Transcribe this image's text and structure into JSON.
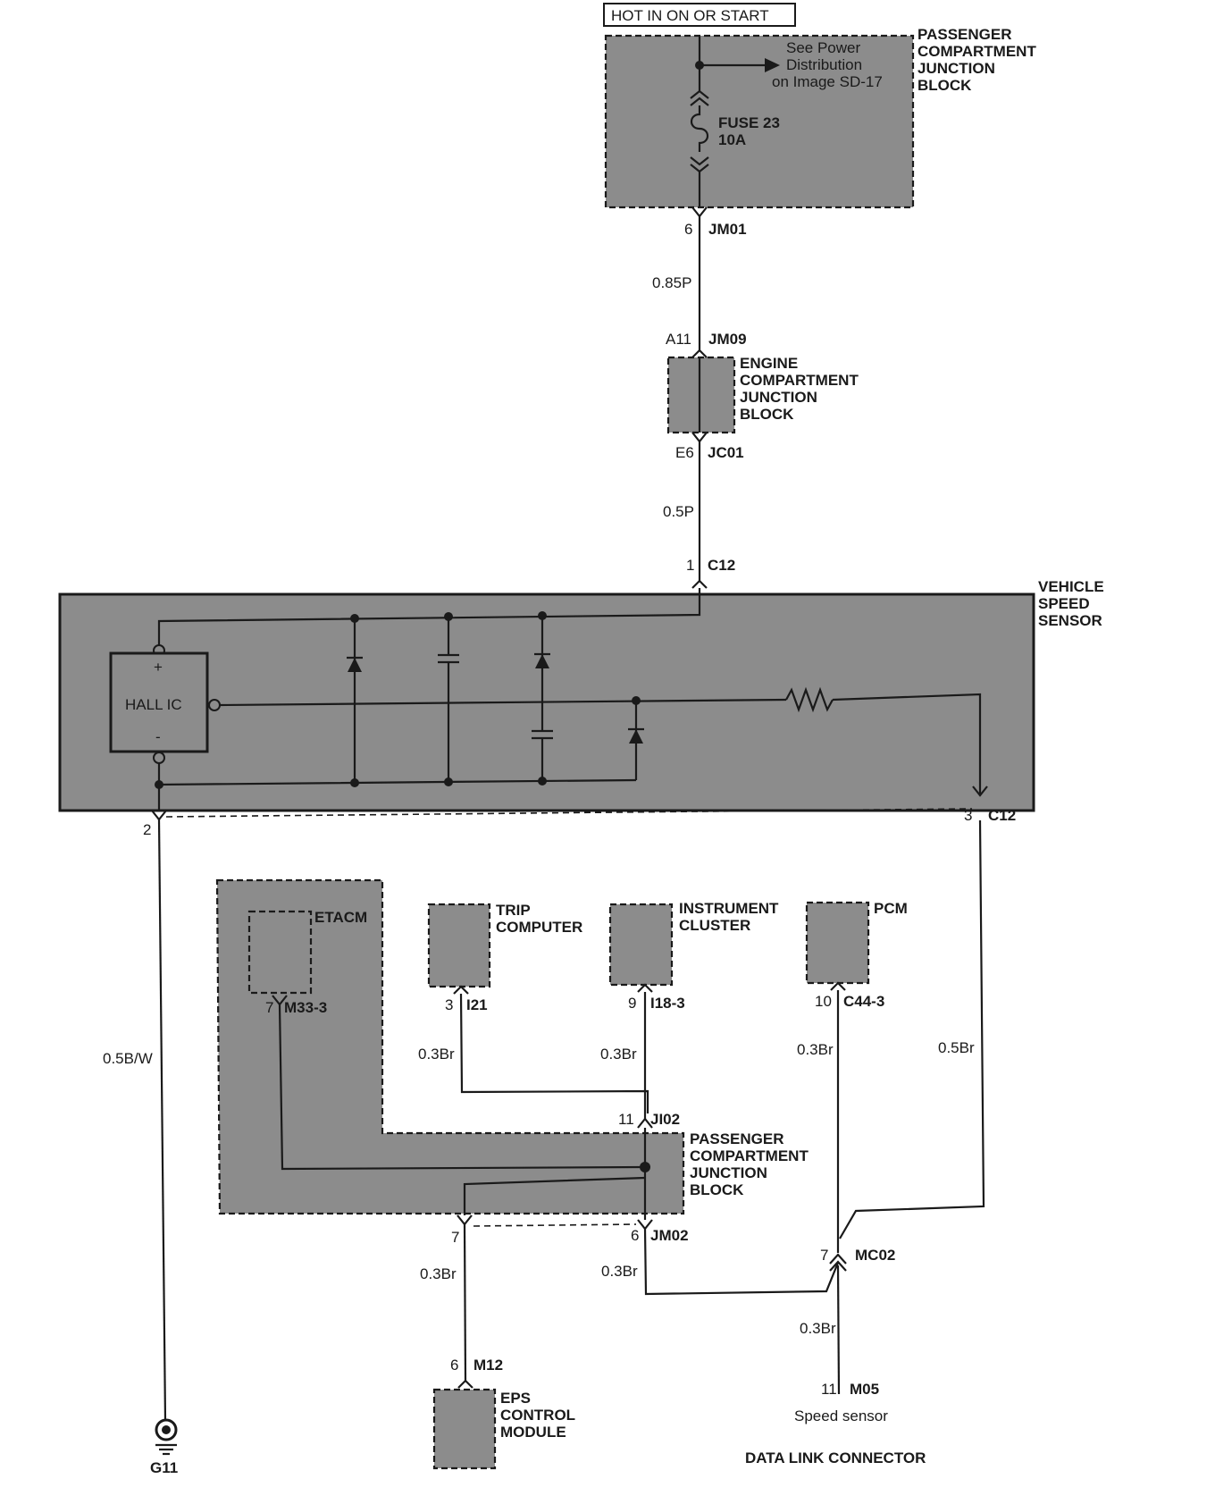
{
  "power": {
    "label": "HOT IN ON OR START"
  },
  "pcjb_top": {
    "name_l1": "PASSENGER",
    "name_l2": "COMPARTMENT",
    "name_l3": "JUNCTION",
    "name_l4": "BLOCK",
    "see_l1": "See Power",
    "see_l2": "Distribution",
    "see_l3": "on Image SD-17",
    "fuse_l1": "FUSE 23",
    "fuse_l2": "10A"
  },
  "ecjb": {
    "name_l1": "ENGINE",
    "name_l2": "COMPARTMENT",
    "name_l3": "JUNCTION",
    "name_l4": "BLOCK"
  },
  "vss": {
    "name_l1": "VEHICLE",
    "name_l2": "SPEED",
    "name_l3": "SENSOR",
    "hall_ic": "HALL IC",
    "plus": "+",
    "minus": "-"
  },
  "connectors": {
    "jm01": {
      "pin": "6",
      "id": "JM01"
    },
    "jm09": {
      "pin": "A11",
      "id": "JM09"
    },
    "jc01": {
      "pin": "E6",
      "id": "JC01"
    },
    "c12_top": {
      "pin": "1",
      "id": "C12"
    },
    "c12_right": {
      "pin": "3",
      "id": "C12"
    },
    "vss_gnd_pin": "2",
    "m33": {
      "pin": "7",
      "id": "M33-3"
    },
    "i21": {
      "pin": "3",
      "id": "I21"
    },
    "i18": {
      "pin": "9",
      "id": "I18-3"
    },
    "c44": {
      "pin": "10",
      "id": "C44-3"
    },
    "ji02": {
      "pin": "11",
      "id": "JI02"
    },
    "jm02_left_pin": "7",
    "jm02": {
      "pin": "6",
      "id": "JM02"
    },
    "mc02": {
      "pin": "7",
      "id": "MC02"
    },
    "m12": {
      "pin": "6",
      "id": "M12"
    },
    "m05": {
      "pin": "11",
      "id": "M05"
    }
  },
  "wires": {
    "w085p": "0.85P",
    "w05p": "0.5P",
    "w05bw": "0.5B/W",
    "w03br_trip": "0.3Br",
    "w03br_ic": "0.3Br",
    "w03br_pcm": "0.3Br",
    "w05br": "0.5Br",
    "w03br_eps": "0.3Br",
    "w03br_jm02": "0.3Br",
    "w03br_dlc": "0.3Br"
  },
  "modules": {
    "etacm": "ETACM",
    "trip_l1": "TRIP",
    "trip_l2": "COMPUTER",
    "ic_l1": "INSTRUMENT",
    "ic_l2": "CLUSTER",
    "pcm": "PCM",
    "pcjb_l1": "PASSENGER",
    "pcjb_l2": "COMPARTMENT",
    "pcjb_l3": "JUNCTION",
    "pcjb_l4": "BLOCK",
    "eps_l1": "EPS",
    "eps_l2": "CONTROL",
    "eps_l3": "MODULE"
  },
  "ground": {
    "id": "G11"
  },
  "dlc": {
    "speed": "Speed sensor",
    "name": "DATA LINK CONNECTOR"
  }
}
